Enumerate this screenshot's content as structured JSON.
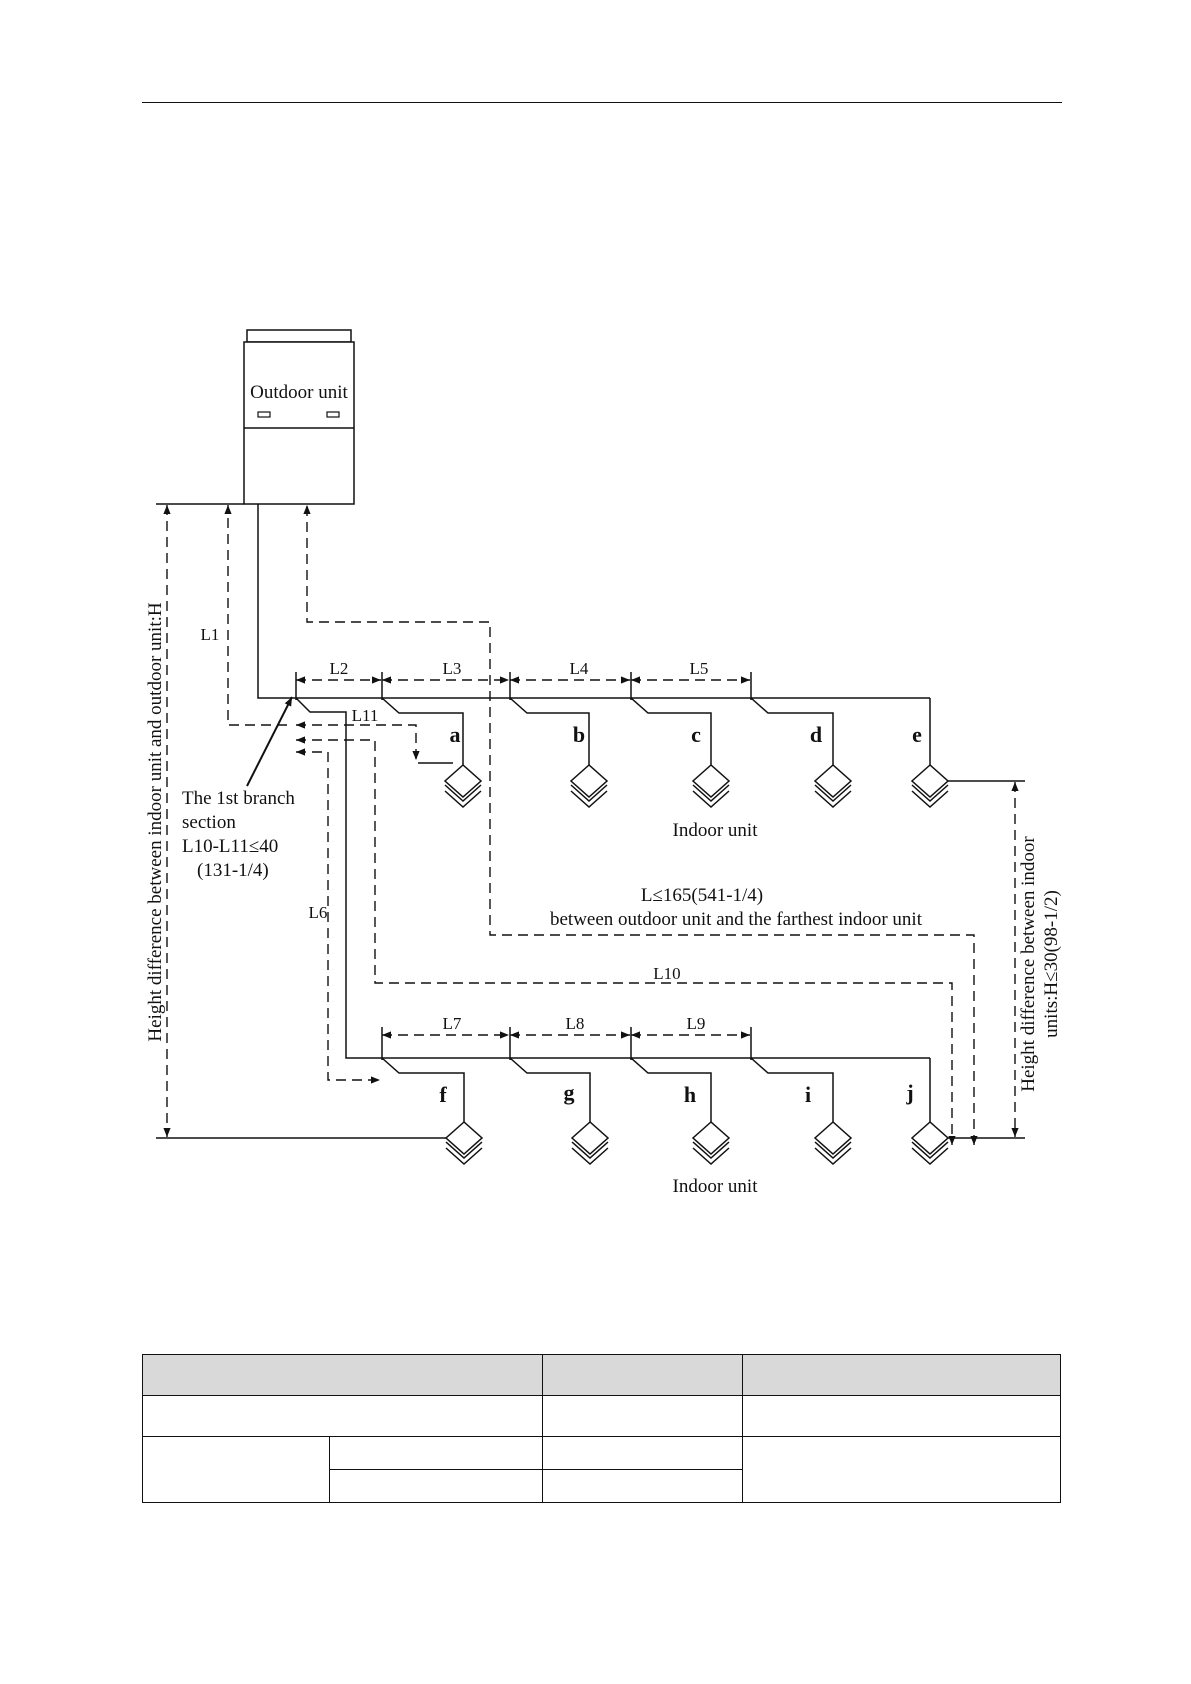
{
  "labels": {
    "outdoor_unit": "Outdoor unit",
    "indoor_unit_top": "Indoor unit",
    "indoor_unit_bottom": "Indoor unit",
    "branch_line1": "The 1st branch",
    "branch_line2": "section",
    "branch_line3": "L10-L11≤40",
    "branch_line4": "(131-1/4)",
    "max_length_line1": "L≤165(541-1/4)",
    "max_length_line2": "between outdoor unit and the farthest indoor unit",
    "height_left": "Height difference between indoor unit and outdoor unit:H",
    "height_right_line1": "Height difference between indoor",
    "height_right_line2": "units:H≤30(98-1/2)"
  },
  "pipes": {
    "L1": "L1",
    "L2": "L2",
    "L3": "L3",
    "L4": "L4",
    "L5": "L5",
    "L6": "L6",
    "L7": "L7",
    "L8": "L8",
    "L9": "L9",
    "L10": "L10",
    "L11": "L11"
  },
  "units_top": [
    "a",
    "b",
    "c",
    "d",
    "e"
  ],
  "units_bottom": [
    "f",
    "g",
    "h",
    "i",
    "j"
  ],
  "table": {
    "header": [
      "",
      "",
      ""
    ],
    "row1": [
      "",
      "",
      ""
    ],
    "row2": [
      "",
      "",
      "",
      ""
    ],
    "row3": [
      "",
      ""
    ]
  }
}
